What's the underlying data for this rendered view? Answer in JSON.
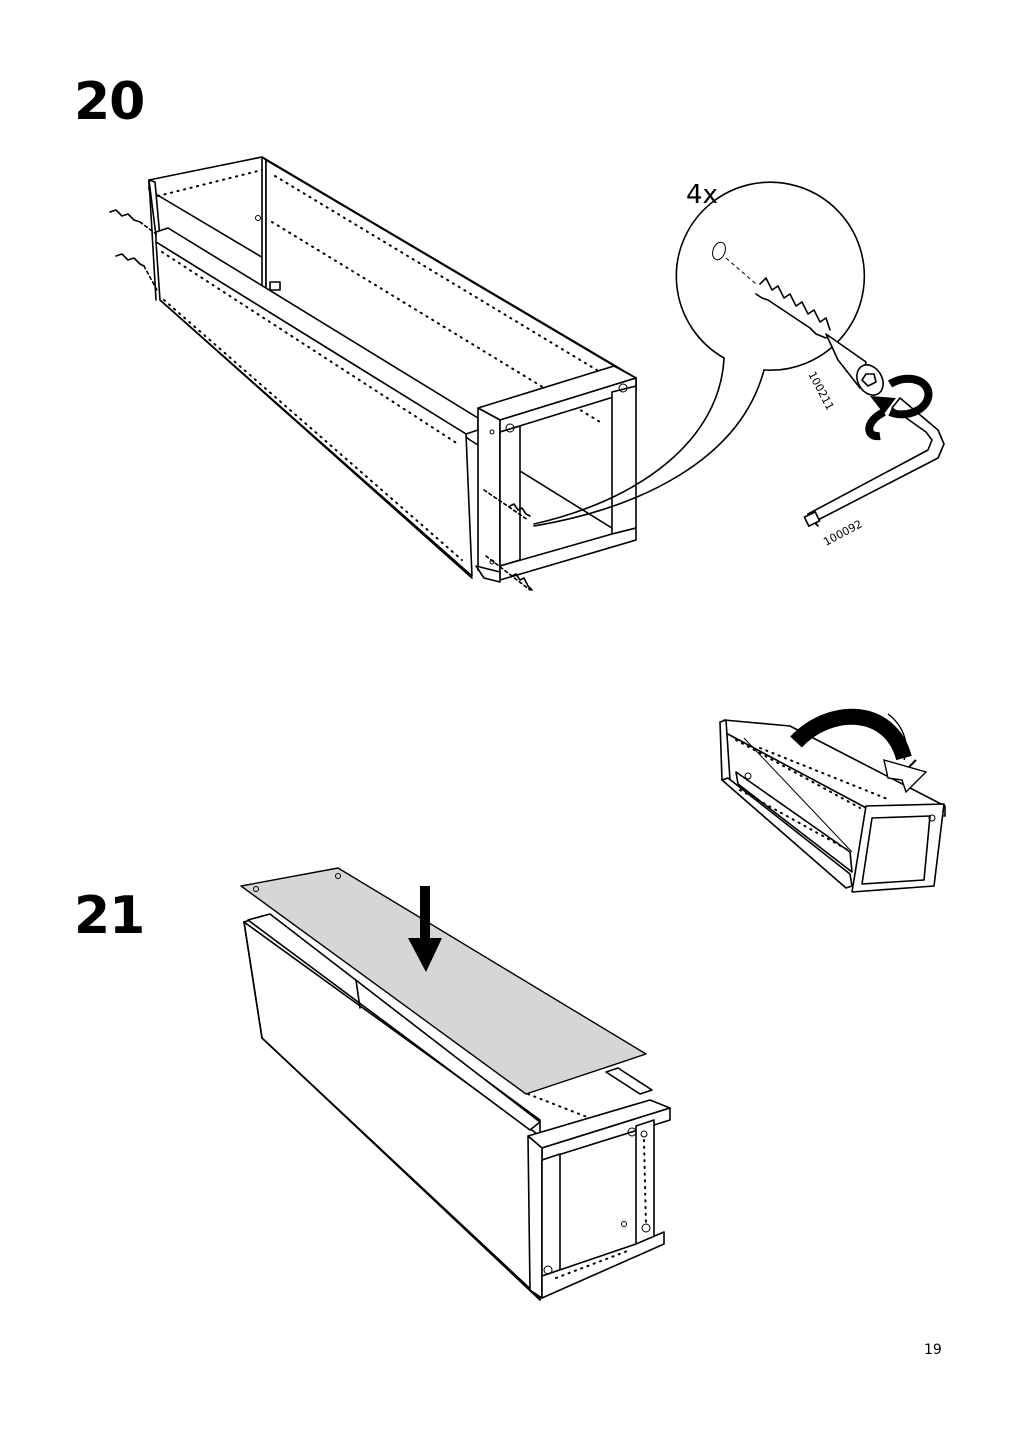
{
  "steps": [
    {
      "number": "20"
    },
    {
      "number": "21"
    }
  ],
  "detail": {
    "quantity": "4x",
    "screw_part_number": "100211",
    "key_part_number": "100092"
  },
  "page_number": "19",
  "icons": [
    "screw-icon",
    "allen-key-icon",
    "rotate-arrow-icon",
    "down-arrow-icon",
    "flip-arrow-icon"
  ]
}
